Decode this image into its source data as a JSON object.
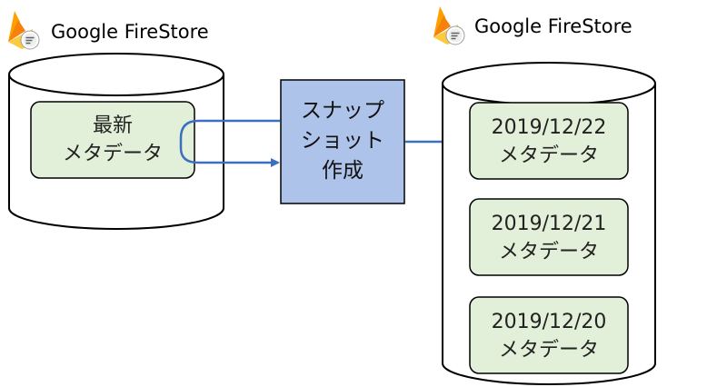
{
  "source_db": {
    "service_name": "Google FireStore",
    "icon": "firebase-flame-icon",
    "record": {
      "line1": "最新",
      "line2": "メタデータ"
    }
  },
  "process": {
    "lines": [
      "スナップ",
      "ショット",
      "作成"
    ]
  },
  "target_db": {
    "service_name": "Google FireStore",
    "icon": "firebase-flame-icon",
    "records": [
      {
        "date": "2019/12/22",
        "label": "メタデータ"
      },
      {
        "date": "2019/12/21",
        "label": "メタデータ"
      },
      {
        "date": "2019/12/20",
        "label": "メタデータ"
      }
    ]
  },
  "colors": {
    "record_fill": "#e2efd9",
    "process_fill": "#aec3ea",
    "arrow": "#3d6fc0",
    "outline": "#000000",
    "flame_orange": "#f6820c",
    "flame_yellow": "#fcca3f",
    "flame_amber": "#ffa000"
  }
}
